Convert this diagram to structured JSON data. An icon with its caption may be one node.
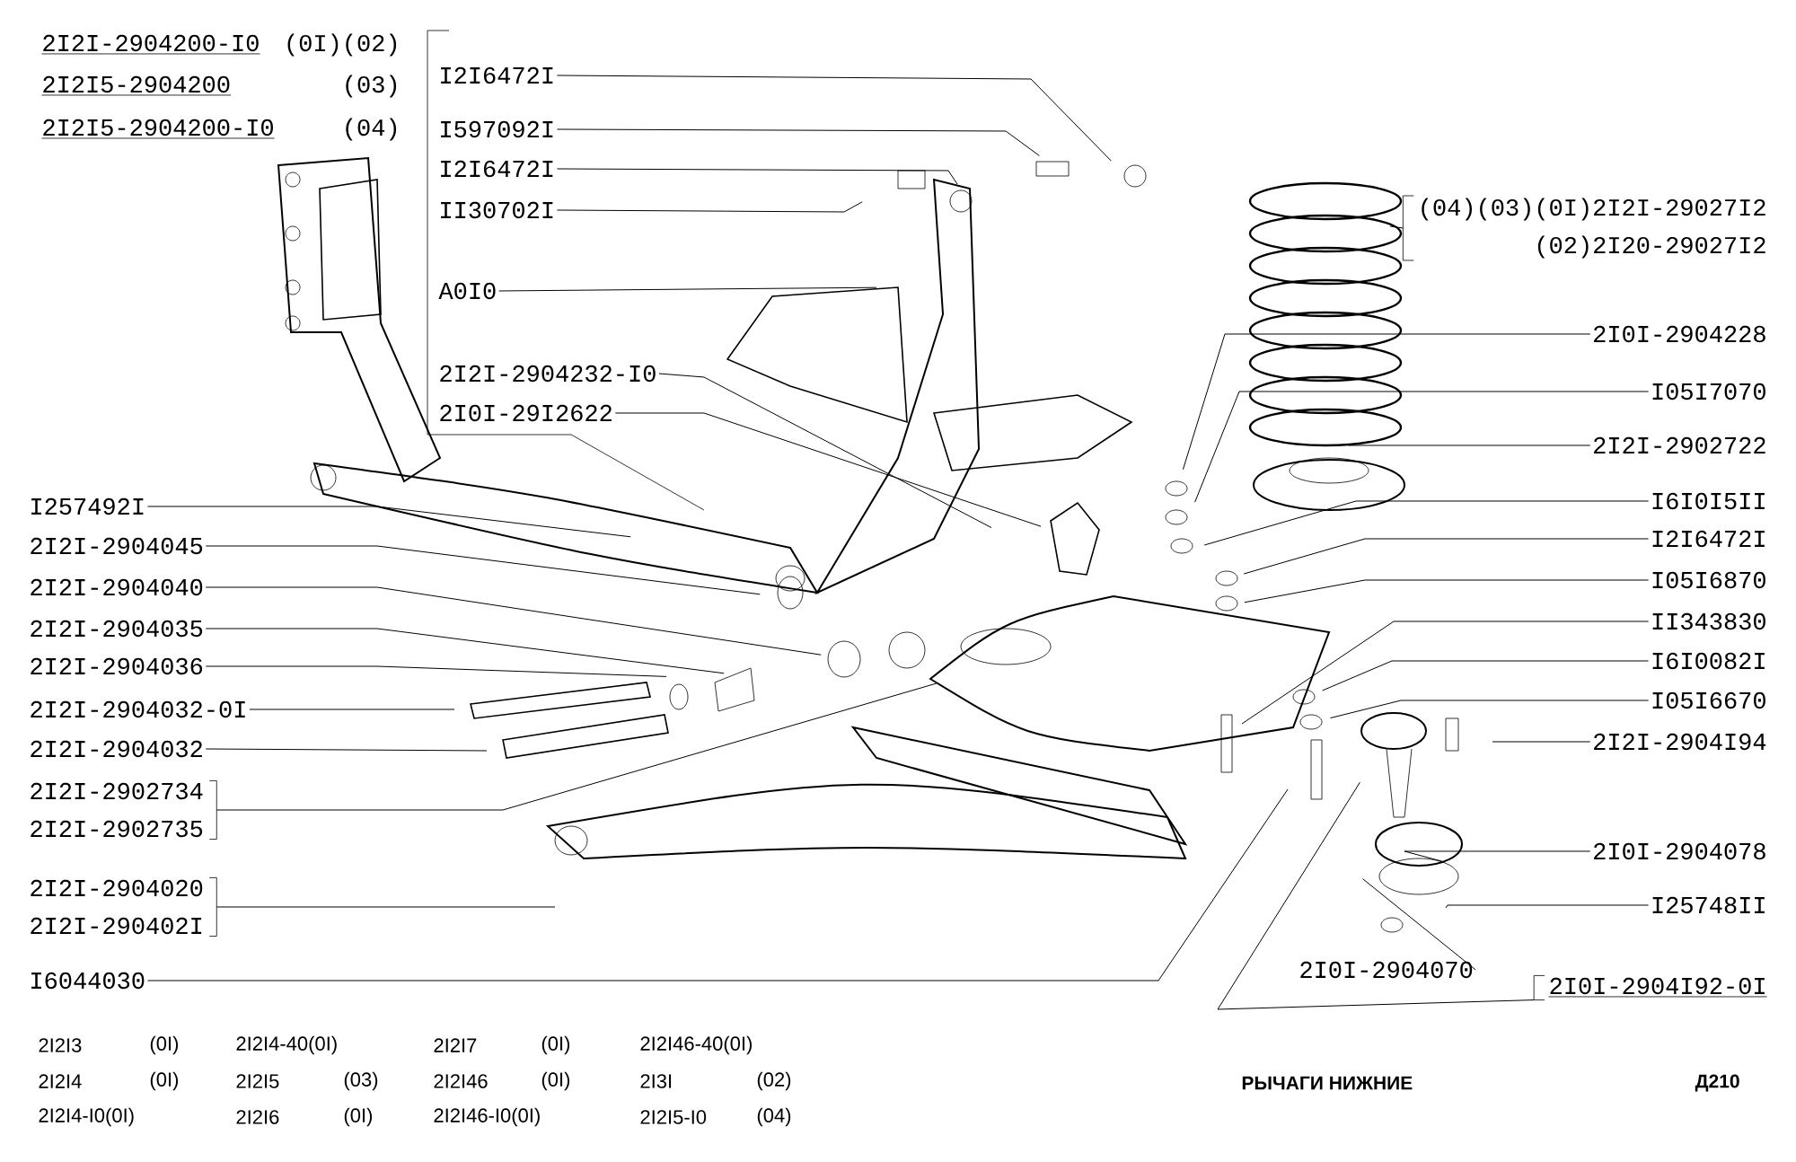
{
  "diagram": {
    "nodes": [
      {
        "text": [
          "I257492I"
        ]
      },
      {
        "text": [
          "2I2I-2904045"
        ]
      },
      {
        "text": [
          "2I2I-2904040"
        ]
      },
      {
        "text": [
          "2I2I-2904035"
        ]
      },
      {
        "text": [
          "2I2I-2904036"
        ]
      },
      {
        "text": [
          "2I2I-2904032-0I"
        ]
      },
      {
        "text": [
          "2I2I-2904032"
        ]
      },
      {
        "text": [
          "2I2I-2902734",
          "2I2I-2902735"
        ]
      },
      {
        "text": [
          "2I2I-2904020",
          "2I2I-290402I"
        ]
      },
      {
        "text": [
          "I6044030"
        ]
      },
      {
        "text": [
          "I2I6472I"
        ]
      },
      {
        "text": [
          "I597092I"
        ]
      },
      {
        "text": [
          "I2I6472I"
        ]
      },
      {
        "text": [
          "II30702I"
        ]
      },
      {
        "text": [
          "A0I0"
        ]
      },
      {
        "text": [
          "2I2I-2904232-I0"
        ]
      },
      {
        "text": [
          "2I0I-29I2622"
        ]
      },
      {
        "text": [
          "(04)(03)(0I)2I2I-29027I2",
          "(02)2I20-29027I2"
        ]
      },
      {
        "text": [
          "2I0I-2904228"
        ]
      },
      {
        "text": [
          "I05I7070"
        ]
      },
      {
        "text": [
          "2I2I-2902722"
        ]
      },
      {
        "text": [
          "I6I0I5II"
        ]
      },
      {
        "text": [
          "I2I6472I"
        ]
      },
      {
        "text": [
          "I05I6870"
        ]
      },
      {
        "text": [
          "II343830"
        ]
      },
      {
        "text": [
          "I6I0082I"
        ]
      },
      {
        "text": [
          "I05I6670"
        ]
      },
      {
        "text": [
          "2I2I-2904I94"
        ]
      },
      {
        "text": [
          "2I0I-2904078"
        ]
      },
      {
        "text": [
          "I25748II"
        ]
      },
      {
        "text": [
          "2I0I-2904070"
        ]
      },
      {
        "text": [
          "2I0I-2904I92-0I"
        ]
      }
    ],
    "edges": [
      {
        "from": 0,
        "to": null,
        "arrow": "none"
      },
      {
        "from": 1,
        "to": null,
        "arrow": "none"
      },
      {
        "from": 2,
        "to": null,
        "arrow": "none"
      },
      {
        "from": 3,
        "to": null,
        "arrow": "none"
      },
      {
        "from": 4,
        "to": null,
        "arrow": "none"
      },
      {
        "from": 5,
        "to": null,
        "arrow": "none"
      },
      {
        "from": 6,
        "to": null,
        "arrow": "none"
      },
      {
        "from": 7,
        "to": null,
        "arrow": "none"
      },
      {
        "from": 8,
        "to": null,
        "arrow": "none"
      },
      {
        "from": 9,
        "to": null,
        "arrow": "none"
      },
      {
        "from": 10,
        "to": null,
        "arrow": "none"
      },
      {
        "from": 11,
        "to": null,
        "arrow": "none"
      },
      {
        "from": 12,
        "to": null,
        "arrow": "none"
      },
      {
        "from": 13,
        "to": null,
        "arrow": "none"
      },
      {
        "from": 14,
        "to": null,
        "arrow": "none"
      },
      {
        "from": 15,
        "to": null,
        "arrow": "none"
      },
      {
        "from": 16,
        "to": null,
        "arrow": "none"
      },
      {
        "from": 17,
        "to": null,
        "arrow": "none"
      },
      {
        "from": 18,
        "to": null,
        "arrow": "none"
      },
      {
        "from": 19,
        "to": null,
        "arrow": "none"
      },
      {
        "from": 20,
        "to": null,
        "arrow": "none"
      },
      {
        "from": 21,
        "to": null,
        "arrow": "none"
      },
      {
        "from": 22,
        "to": null,
        "arrow": "none"
      },
      {
        "from": 23,
        "to": null,
        "arrow": "none"
      },
      {
        "from": 24,
        "to": null,
        "arrow": "none"
      },
      {
        "from": 25,
        "to": null,
        "arrow": "none"
      },
      {
        "from": 26,
        "to": null,
        "arrow": "none"
      },
      {
        "from": 27,
        "to": null,
        "arrow": "none"
      },
      {
        "from": 28,
        "to": null,
        "arrow": "none"
      },
      {
        "from": 29,
        "to": null,
        "arrow": "none"
      },
      {
        "from": 30,
        "to": null,
        "arrow": "none"
      },
      {
        "from": 31,
        "to": null,
        "arrow": "none"
      }
    ],
    "labels": [
      "2I2I-2904200-I0",
      "(0I)(02)",
      "2I2I5-2904200",
      "(03)",
      "2I2I5-2904200-I0",
      "(04)",
      "2I2I3",
      "(0I)",
      "2I2I4-40(0I)",
      "2I2I7",
      "(0I)",
      "2I2I46-40(0I)",
      "2I2I4",
      "(0I)",
      "2I2I5",
      "(03)",
      "2I2I46",
      "(0I)",
      "2I3I",
      "(02)",
      "2I2I4-I0(0I)",
      "2I2I6",
      "(0I)",
      "2I2I46-I0(0I)",
      "2I2I5-I0",
      "(04)",
      "РЫЧАГИ НИЖНИЕ",
      "Д210"
    ]
  }
}
